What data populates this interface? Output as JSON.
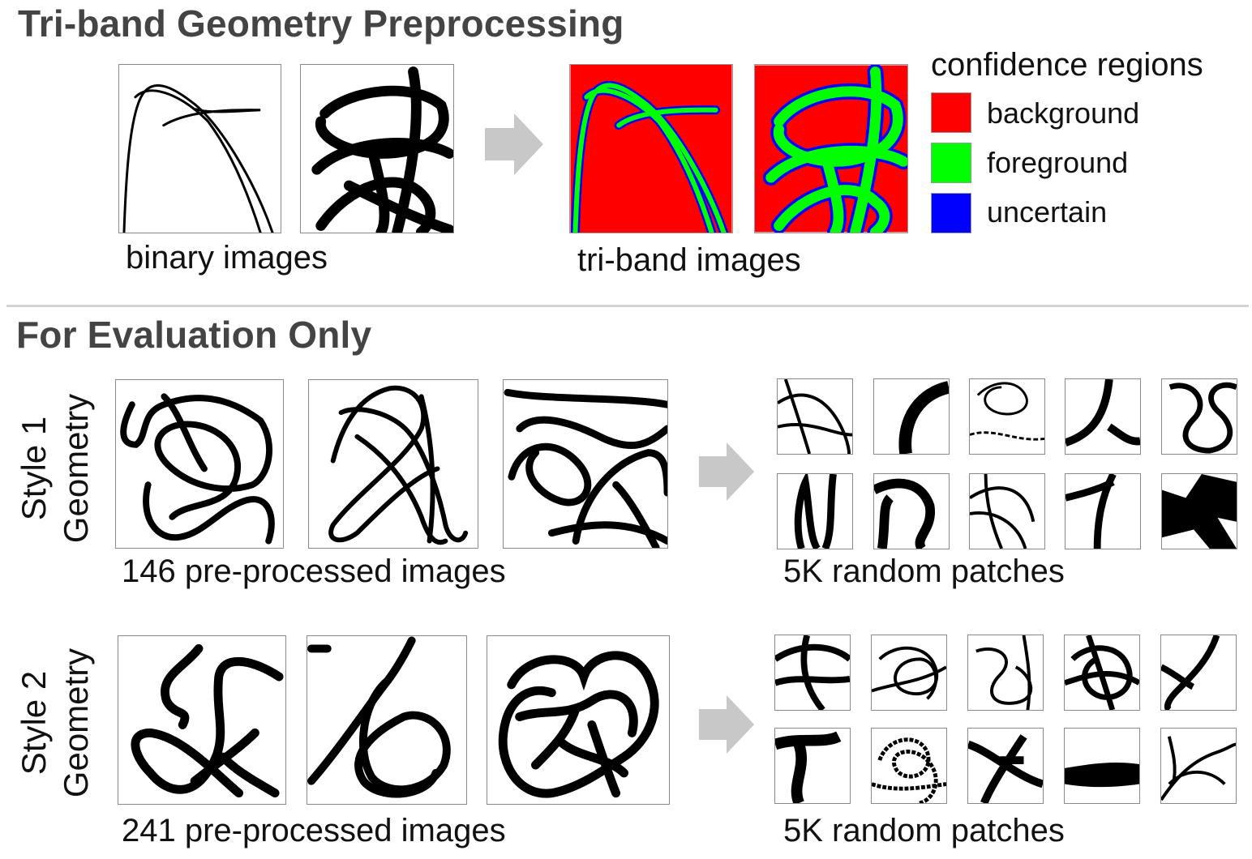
{
  "top_section": {
    "title": "Tri-band Geometry Preprocessing",
    "binary_caption": "binary images",
    "triband_caption": "tri-band images",
    "legend": {
      "title": "confidence regions",
      "items": [
        {
          "label": "background",
          "color": "#ff0000"
        },
        {
          "label": "foreground",
          "color": "#00ff00"
        },
        {
          "label": "uncertain",
          "color": "#0000ff"
        }
      ]
    }
  },
  "bottom_section": {
    "title": "For Evaluation Only",
    "rows": [
      {
        "style_label": "Style 1",
        "geometry_label": "Geometry",
        "images_caption": "146 pre-processed images",
        "patches_caption": "5K random patches"
      },
      {
        "style_label": "Style 2",
        "geometry_label": "Geometry",
        "images_caption": "241 pre-processed images",
        "patches_caption": "5K random patches"
      }
    ]
  },
  "colors": {
    "arrow": "#c8c8c8",
    "divider": "#d4d4d4",
    "title": "#444444"
  }
}
